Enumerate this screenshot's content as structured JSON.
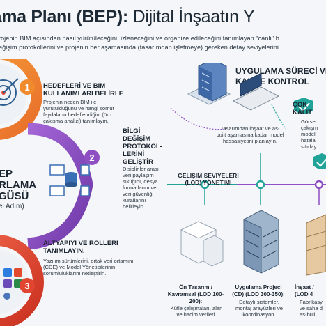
{
  "header": {
    "title_bold": "lama Planı (BEP):",
    "title_rest": "Dijital İnşaatın Y",
    "intro_lines": [
      "rojenin BIM açısından nasıl yürütüleceğini, izleneceğini ve organize edileceğini tanımlayan \"canlı\" b",
      "eğişim protokollerini ve projenin her aşamasında (tasarımdan işletmeye) gereken detay seviyelerini"
    ]
  },
  "left_panel": {
    "center_label": {
      "line1": "EP",
      "line2": "RLAMA",
      "line3": "GÜSÜ",
      "line4": "el Adım)"
    },
    "steps": [
      {
        "number": "1",
        "title": "HEDEFLERİ VE BIM KULLANIMLARI BELİRLE",
        "body": "Projenin neden BIM ile yürütüldüğünü ve hangi somut faydaların hedeflendiğini (örn. çakışma analizi) tanımlayın."
      },
      {
        "number": "2",
        "title": "BİLGİ DEĞİŞİM PROTOKOL-LERİNİ GELİŞTİR",
        "body": "Disiplinler arası veri paylaşım sıklığını, desya formatlarını ve veri güvenliği kurallarını belirleyin."
      },
      {
        "number": "3",
        "title": "ALTYAPIYI VE ROLLERİ TANIMLAYIN.",
        "body": "Yazılım sürümlerini, ortak veri ortamını (CDE) ve Model Yöneticilerinin sorumluluklarını netleştirin."
      }
    ]
  },
  "right_panel": {
    "process_title": "UYGULAMA SÜRECİ VE KALİTE KONTROL",
    "process_note": "Tasarımdan inşaat ve as-built aşamasına kadar model hassasiyetini planlayın.",
    "check_title": "ÇOK KALİT",
    "check_body": "Görsel çakışm model hatala sıfırlay",
    "lod_title": "GELİŞİM SEVİYELERİ (LOD) YÖNETİMİ",
    "lods": [
      {
        "title": "Ön Tasarım / Kavramsal (LOD 100-200):",
        "body": "Kütle çalışmaları, alan ve hacim verileri."
      },
      {
        "title": "Uygulama Projeci (CD) (LOD 300-350):",
        "body": "Detaylı sistemler, montaj arayüzleri ve koordinasyon."
      },
      {
        "title": "İnşaat / (LOD 4",
        "body": "Fabrikasy ve saha d as-buil"
      }
    ]
  },
  "colors": {
    "orange": "#f08a2c",
    "purple": "#8e4fc2",
    "red": "#e2452f",
    "teal": "#22a39a",
    "blue": "#3a6fb5"
  }
}
